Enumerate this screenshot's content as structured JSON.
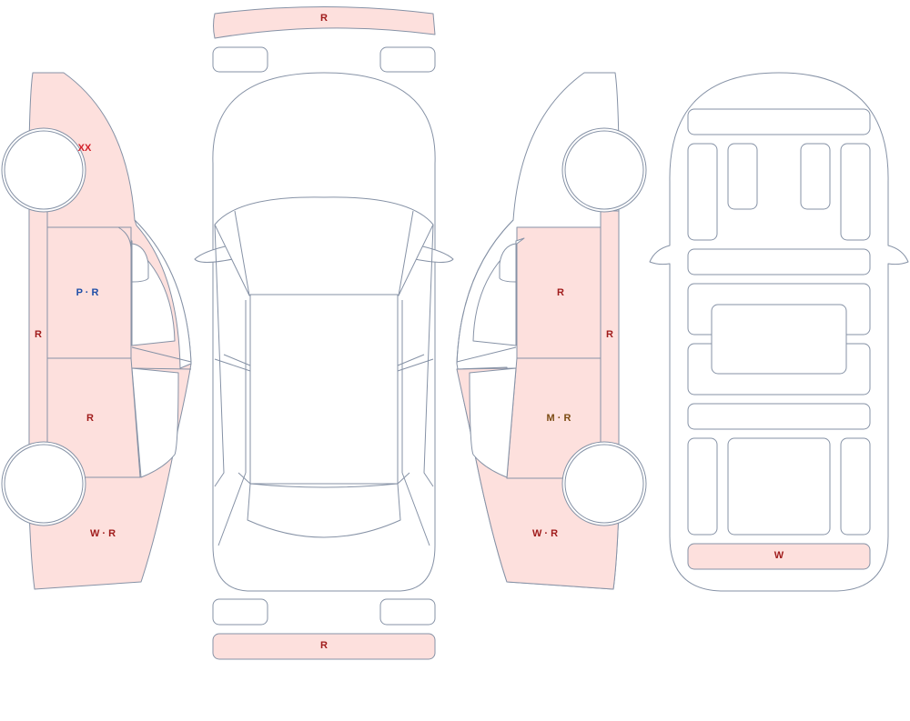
{
  "colors": {
    "outline": "#8692a6",
    "damaged_fill": "#fde0dd",
    "code_repair": "#a01c1c",
    "code_paint": "#1f4fa8",
    "code_metal": "#7a4a12",
    "code_exchange": "#d3202a"
  },
  "labels": {
    "front_bumper": "R",
    "rear_bumper": "R",
    "left_front_fender": "XX",
    "left_rocker": "R",
    "left_front_door": "P · R",
    "left_rear_door": "R",
    "left_quarter": "W · R",
    "right_front_door": "R",
    "right_rocker": "R",
    "right_rear_door": "M · R",
    "right_quarter": "W · R",
    "underbody_rear": "W"
  }
}
